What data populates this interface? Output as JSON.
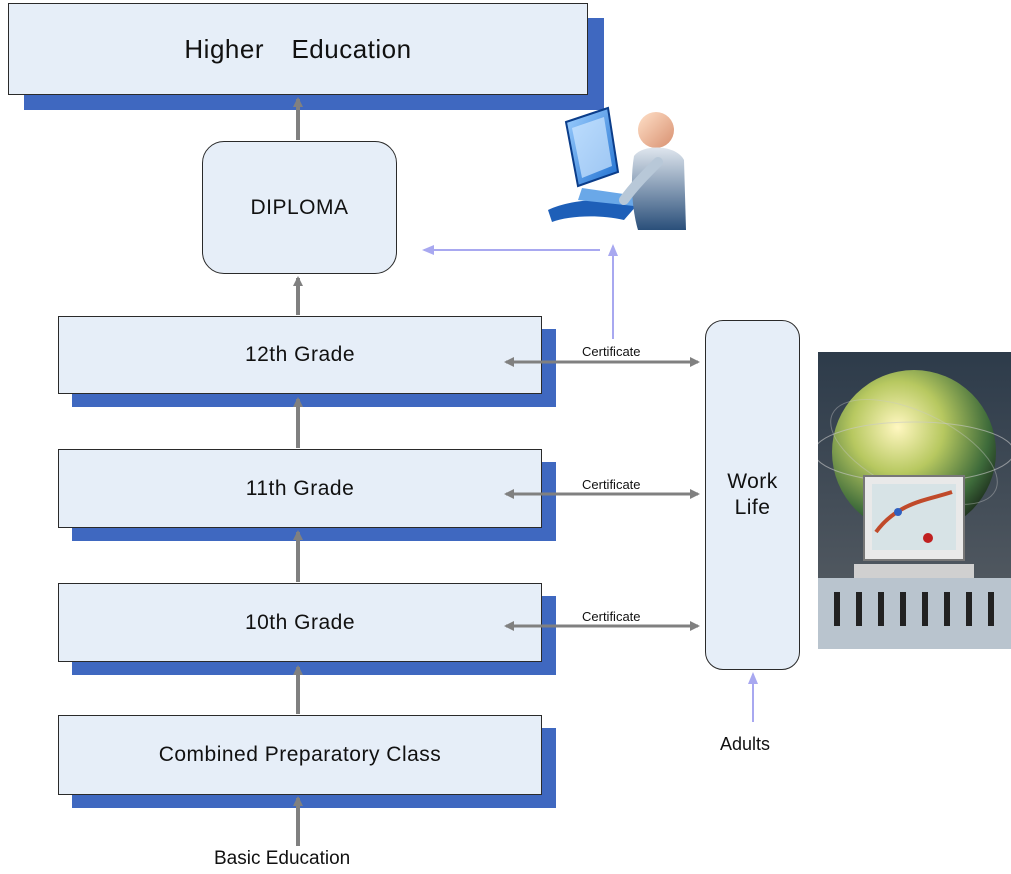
{
  "boxes": {
    "higher_education": "Higher  Education",
    "diploma": "DIPLOMA",
    "grade_12": "12th Grade",
    "grade_11": "11th Grade",
    "grade_10": "10th Grade",
    "preparatory": "Combined Preparatory Class",
    "work_life": "Work\nLife"
  },
  "labels": {
    "basic_education": "Basic Education",
    "adults": "Adults",
    "certificate_12": "Certificate",
    "certificate_11": "Certificate",
    "certificate_10": "Certificate"
  },
  "images": {
    "computer_user": "computer-user-clipart",
    "globe": "globe-computer-illustration"
  },
  "colors": {
    "box_fill": "#e6eef8",
    "box_shadow": "#3f68c0",
    "arrow_gray": "#808080",
    "arrow_lavender": "#a8a8f0"
  }
}
